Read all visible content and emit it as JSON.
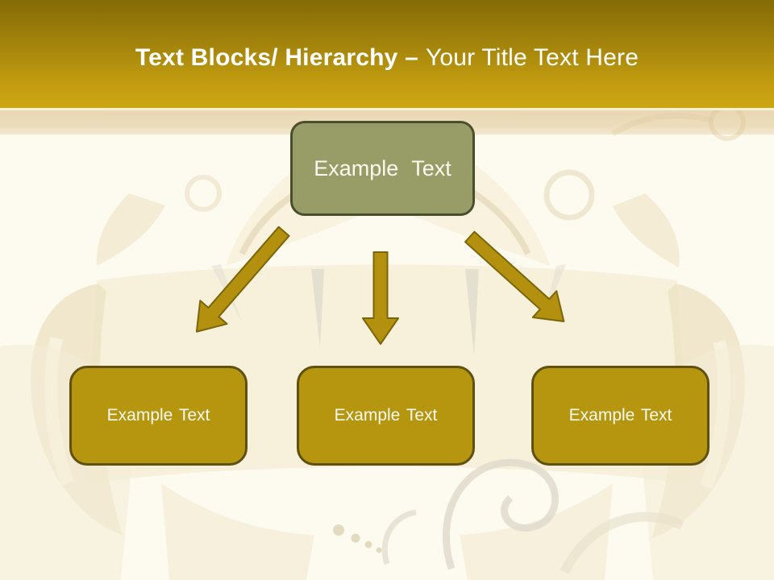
{
  "header": {
    "title_bold": "Text Blocks/ Hierarchy –",
    "title_regular": "Your Title Text Here"
  },
  "diagram": {
    "root": {
      "label": "Example Text"
    },
    "children": [
      {
        "label": "Example Text"
      },
      {
        "label": "Example Text"
      },
      {
        "label": "Example Text"
      }
    ],
    "arrow_icons": [
      "arrow-down-left",
      "arrow-down",
      "arrow-down-right"
    ]
  },
  "colors": {
    "header_gold_top": "#856b07",
    "header_gold_bottom": "#cda513",
    "band_tan": "#e9d7b2",
    "background_cream": "#fdfbf0",
    "root_box_fill": "#989d68",
    "root_box_border": "#494e2b",
    "child_box_fill": "#b6960f",
    "child_box_border": "#60500f",
    "arrow_fill": "#b3910e",
    "arrow_stroke": "#7a650b",
    "title_text": "#ffffff"
  }
}
